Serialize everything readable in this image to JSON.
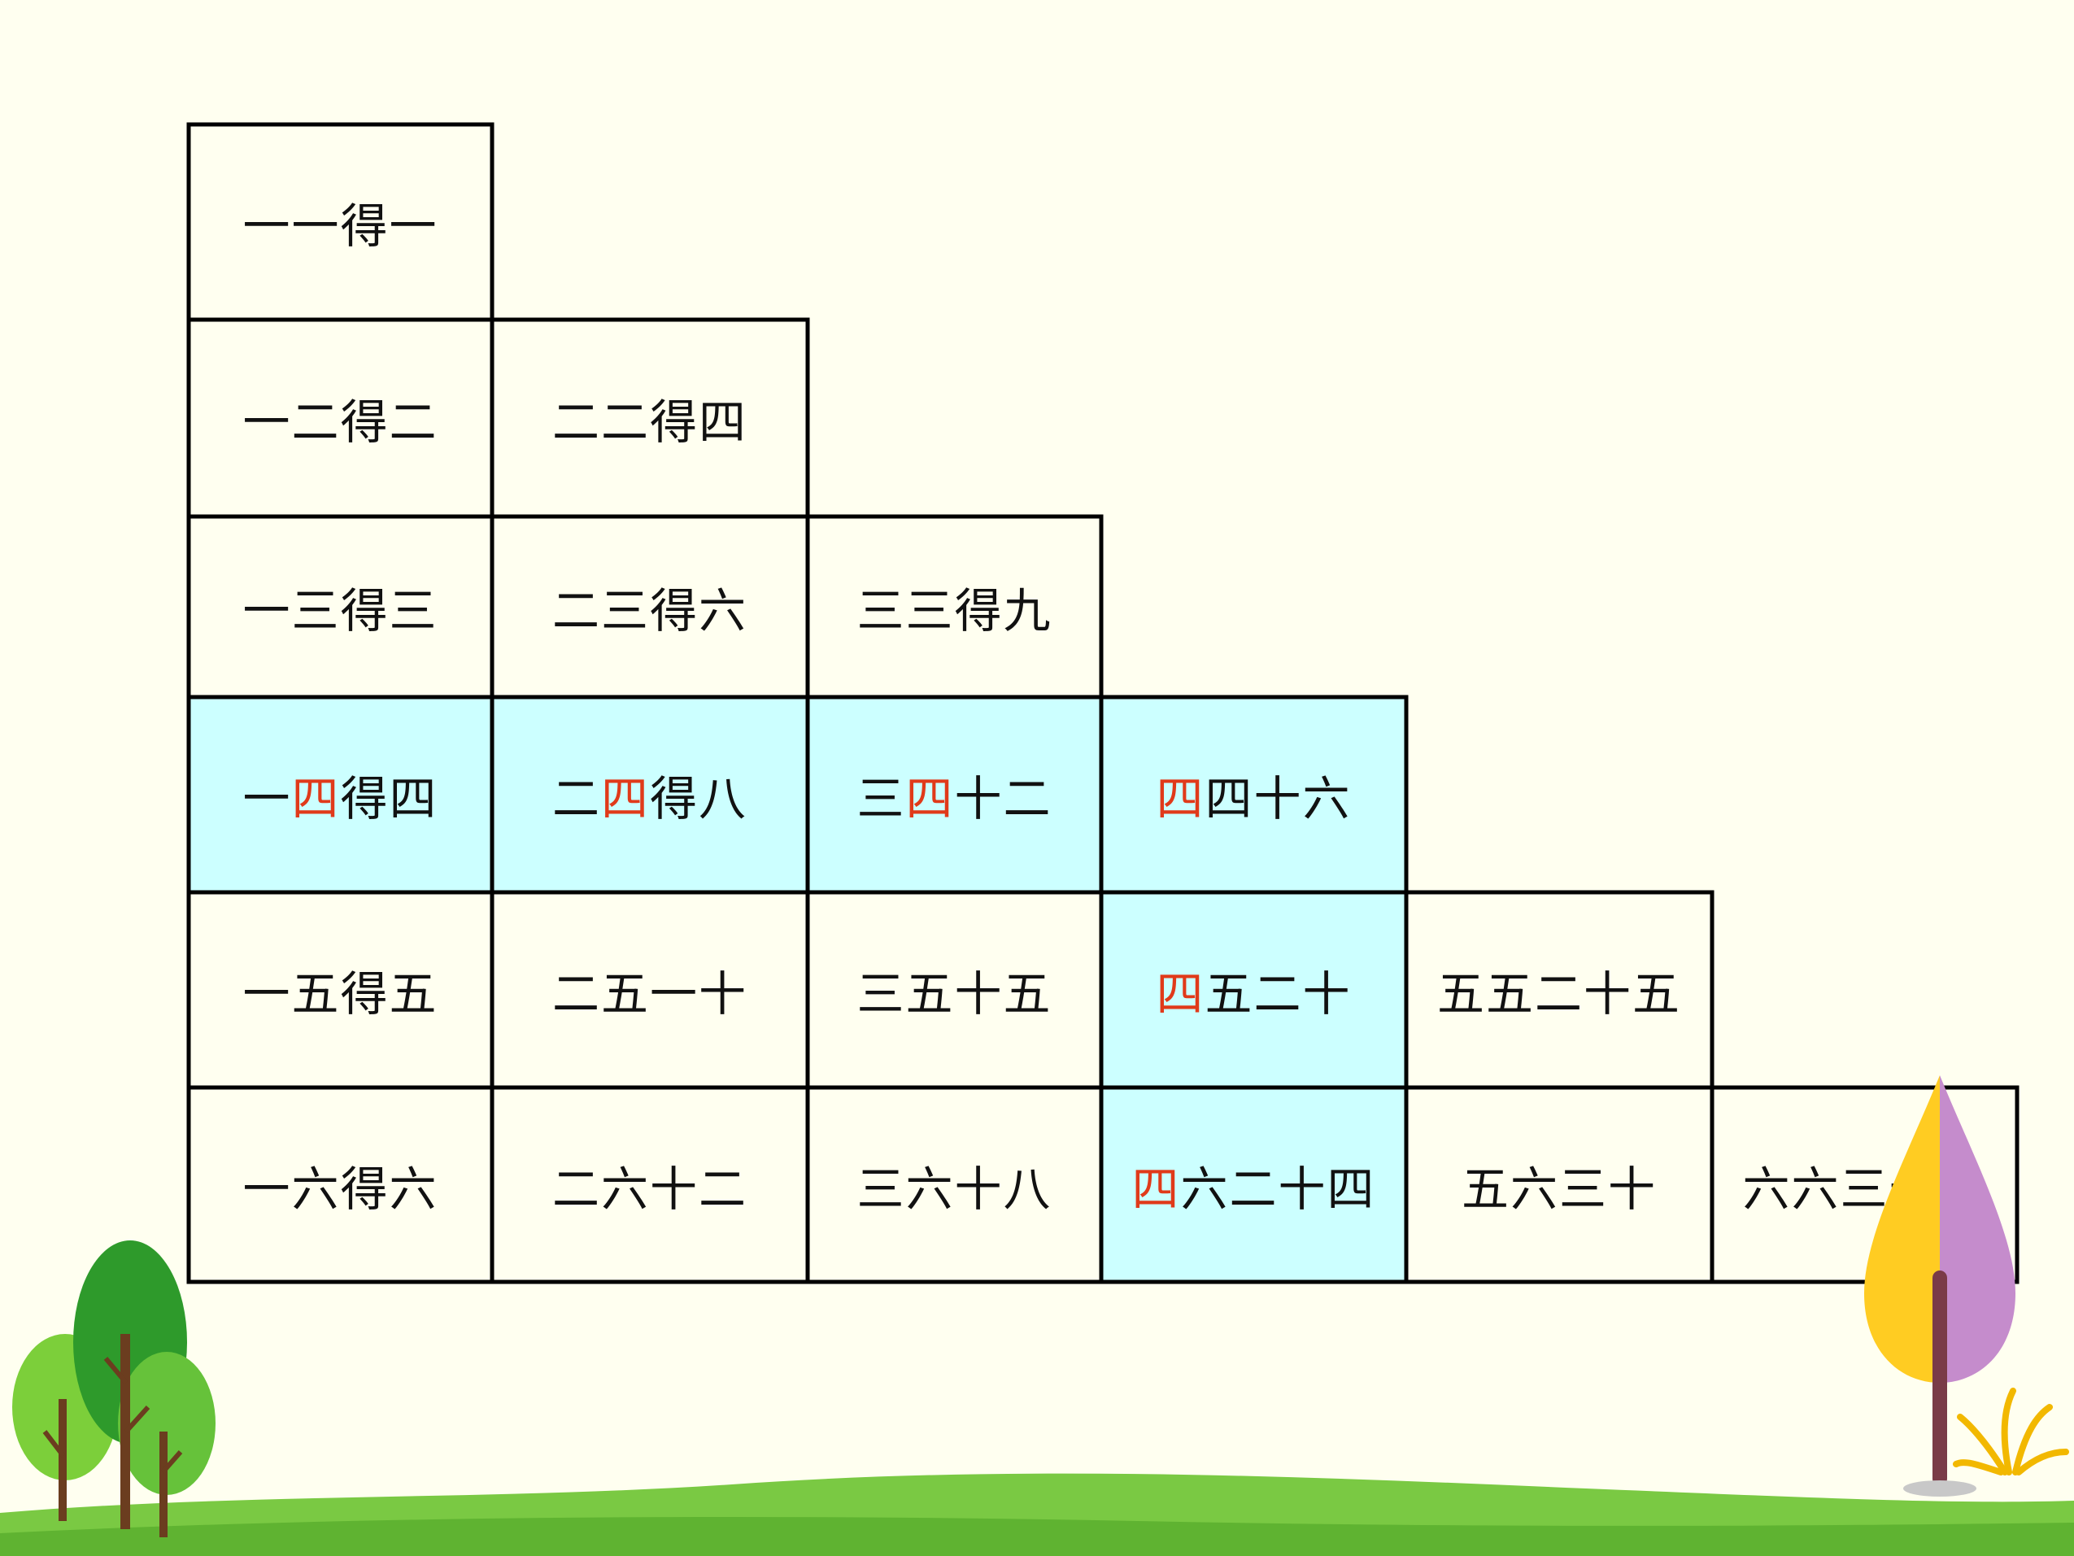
{
  "table": {
    "rows": [
      [
        {
          "text": "一一得一"
        }
      ],
      [
        {
          "text": "一二得二"
        },
        {
          "text": "二二得四"
        }
      ],
      [
        {
          "text": "一三得三"
        },
        {
          "text": "二三得六"
        },
        {
          "text": "三三得九"
        }
      ],
      [
        {
          "text": "一四得四",
          "highlight": true,
          "red_index": 1
        },
        {
          "text": "二四得八",
          "highlight": true,
          "red_index": 1
        },
        {
          "text": "三四十二",
          "highlight": true,
          "red_index": 1
        },
        {
          "text": "四四十六",
          "highlight": true,
          "red_index": 0
        }
      ],
      [
        {
          "text": "一五得五"
        },
        {
          "text": "二五一十"
        },
        {
          "text": "三五十五"
        },
        {
          "text": "四五二十",
          "highlight": true,
          "red_index": 0
        },
        {
          "text": "五五二十五"
        }
      ],
      [
        {
          "text": "一六得六"
        },
        {
          "text": "二六十二"
        },
        {
          "text": "三六十八"
        },
        {
          "text": "四六二十四",
          "highlight": true,
          "red_index": 0
        },
        {
          "text": "五六三十"
        },
        {
          "text": "六六三十六"
        }
      ]
    ]
  },
  "colors": {
    "background": "#fffff0",
    "highlight": "#ccffff",
    "emphasis_text": "#e03a1a",
    "grid_line": "#000000",
    "grass": "#7ac943",
    "tree_green": "#4caf2a",
    "tree_yellow": "#ffcc22",
    "tree_purple": "#c58ccc"
  },
  "decorations": [
    "green-trees-icon",
    "two-tone-tree-icon",
    "grass-tuft-icon",
    "grass-hill"
  ]
}
